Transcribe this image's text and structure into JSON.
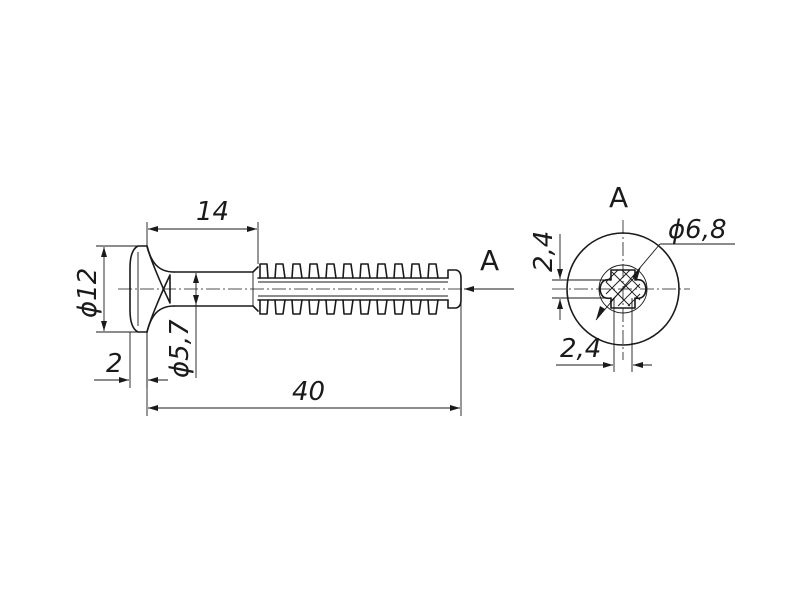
{
  "dimensions": {
    "length_40": "40",
    "length_14": "14",
    "head_diameter": "ϕ12",
    "shank_diameter": "ϕ5,7",
    "head_height": "2",
    "slot_vertical": "2,4",
    "slot_horizontal": "2,4",
    "recess_diameter": "ϕ6,8"
  },
  "views": {
    "arrow_label": "A",
    "detail_label": "A"
  }
}
